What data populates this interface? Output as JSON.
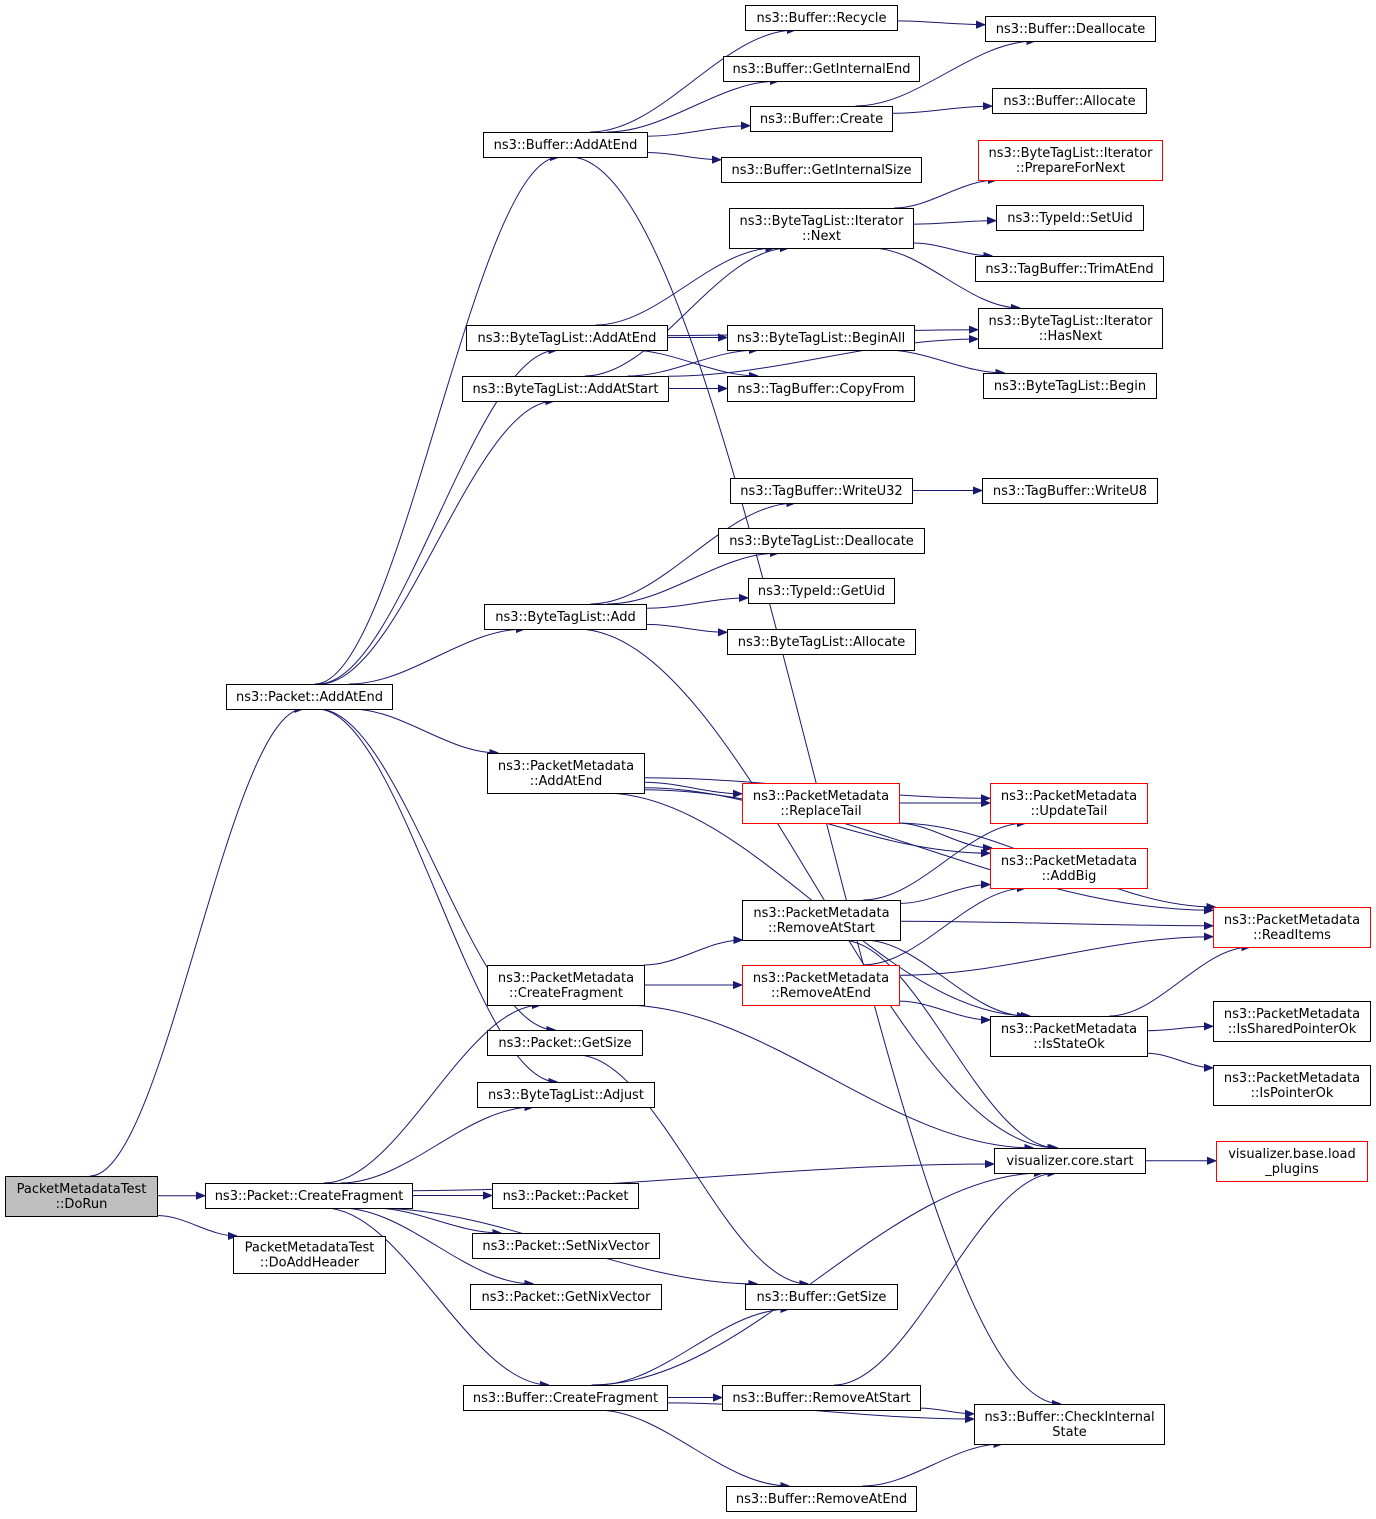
{
  "colors": {
    "edge": "#191970",
    "node_border": "#000000",
    "node_border_truncated": "#ff0000",
    "root_fill": "#bfbfbf"
  },
  "nodes": {
    "root": "PacketMetadataTest\n::DoRun",
    "addHeader": "PacketMetadataTest\n::DoAddHeader",
    "pktAddAtEnd": "ns3::Packet::AddAtEnd",
    "pktCreateFragment": "ns3::Packet::CreateFragment",
    "bufAddAtEnd": "ns3::Buffer::AddAtEnd",
    "btlAddAtEnd": "ns3::ByteTagList::AddAtEnd",
    "btlAddAtStart": "ns3::ByteTagList::AddAtStart",
    "btlAdd": "ns3::ByteTagList::Add",
    "pmAddAtEnd": "ns3::PacketMetadata\n::AddAtEnd",
    "pmCreateFragment": "ns3::PacketMetadata\n::CreateFragment",
    "pktGetSize": "ns3::Packet::GetSize",
    "btlAdjust": "ns3::ByteTagList::Adjust",
    "pktPacket": "ns3::Packet::Packet",
    "pktSetNix": "ns3::Packet::SetNixVector",
    "pktGetNix": "ns3::Packet::GetNixVector",
    "bufCreateFragment": "ns3::Buffer::CreateFragment",
    "bufRecycle": "ns3::Buffer::Recycle",
    "bufGetInternalEnd": "ns3::Buffer::GetInternalEnd",
    "bufCreate": "ns3::Buffer::Create",
    "bufGetInternalSize": "ns3::Buffer::GetInternalSize",
    "iterNext": "ns3::ByteTagList::Iterator\n::Next",
    "btlBeginAll": "ns3::ByteTagList::BeginAll",
    "tbCopyFrom": "ns3::TagBuffer::CopyFrom",
    "tbWriteU32": "ns3::TagBuffer::WriteU32",
    "btlDeallocate": "ns3::ByteTagList::Deallocate",
    "typeGetUid": "ns3::TypeId::GetUid",
    "btlAllocate": "ns3::ByteTagList::Allocate",
    "pmReplaceTail": "ns3::PacketMetadata\n::ReplaceTail",
    "pmRemoveAtStart": "ns3::PacketMetadata\n::RemoveAtStart",
    "pmRemoveAtEnd": "ns3::PacketMetadata\n::RemoveAtEnd",
    "bufGetSize": "ns3::Buffer::GetSize",
    "bufRemoveAtStart": "ns3::Buffer::RemoveAtStart",
    "bufRemoveAtEnd": "ns3::Buffer::RemoveAtEnd",
    "bufDeallocate": "ns3::Buffer::Deallocate",
    "bufAllocate": "ns3::Buffer::Allocate",
    "iterPrepare": "ns3::ByteTagList::Iterator\n::PrepareForNext",
    "typeSetUid": "ns3::TypeId::SetUid",
    "tbTrimAtEnd": "ns3::TagBuffer::TrimAtEnd",
    "iterHasNext": "ns3::ByteTagList::Iterator\n::HasNext",
    "btlBegin": "ns3::ByteTagList::Begin",
    "tbWriteU8": "ns3::TagBuffer::WriteU8",
    "pmUpdateTail": "ns3::PacketMetadata\n::UpdateTail",
    "pmAddBig": "ns3::PacketMetadata\n::AddBig",
    "pmIsStateOk": "ns3::PacketMetadata\n::IsStateOk",
    "vizStart": "visualizer.core.start",
    "bufCheckInternal": "ns3::Buffer::CheckInternal\nState",
    "pmReadItems": "ns3::PacketMetadata\n::ReadItems",
    "pmIsShared": "ns3::PacketMetadata\n::IsSharedPointerOk",
    "pmIsPointer": "ns3::PacketMetadata\n::IsPointerOk",
    "vizLoadPlugins": "visualizer.base.load\n_plugins"
  },
  "truncated_nodes": [
    "iterPrepare",
    "pmReplaceTail",
    "pmUpdateTail",
    "pmAddBig",
    "pmRemoveAtEnd",
    "pmReadItems",
    "vizLoadPlugins"
  ],
  "edges": [
    [
      "root",
      "pktAddAtEnd"
    ],
    [
      "root",
      "pktCreateFragment"
    ],
    [
      "root",
      "addHeader"
    ],
    [
      "pktAddAtEnd",
      "bufAddAtEnd"
    ],
    [
      "pktAddAtEnd",
      "btlAddAtEnd"
    ],
    [
      "pktAddAtEnd",
      "btlAddAtStart"
    ],
    [
      "pktAddAtEnd",
      "btlAdd"
    ],
    [
      "pktAddAtEnd",
      "pmAddAtEnd"
    ],
    [
      "pktAddAtEnd",
      "pktGetSize"
    ],
    [
      "pktAddAtEnd",
      "btlAdjust"
    ],
    [
      "bufAddAtEnd",
      "bufRecycle"
    ],
    [
      "bufAddAtEnd",
      "bufGetInternalEnd"
    ],
    [
      "bufAddAtEnd",
      "bufCreate"
    ],
    [
      "bufAddAtEnd",
      "bufGetInternalSize"
    ],
    [
      "bufAddAtEnd",
      "bufCheckInternal"
    ],
    [
      "bufRecycle",
      "bufDeallocate"
    ],
    [
      "bufCreate",
      "bufDeallocate"
    ],
    [
      "bufCreate",
      "bufAllocate"
    ],
    [
      "btlAddAtEnd",
      "iterNext"
    ],
    [
      "btlAddAtEnd",
      "iterHasNext"
    ],
    [
      "btlAddAtEnd",
      "btlBeginAll"
    ],
    [
      "btlAddAtEnd",
      "tbCopyFrom"
    ],
    [
      "btlAddAtStart",
      "iterNext"
    ],
    [
      "btlAddAtStart",
      "btlBeginAll"
    ],
    [
      "btlAddAtStart",
      "tbCopyFrom"
    ],
    [
      "btlAddAtStart",
      "iterHasNext"
    ],
    [
      "iterNext",
      "iterPrepare"
    ],
    [
      "iterNext",
      "typeSetUid"
    ],
    [
      "iterNext",
      "tbTrimAtEnd"
    ],
    [
      "iterNext",
      "iterHasNext"
    ],
    [
      "btlBeginAll",
      "btlBegin"
    ],
    [
      "btlAdd",
      "tbWriteU32"
    ],
    [
      "btlAdd",
      "btlDeallocate"
    ],
    [
      "btlAdd",
      "typeGetUid"
    ],
    [
      "btlAdd",
      "btlAllocate"
    ],
    [
      "btlAdd",
      "vizStart"
    ],
    [
      "tbWriteU32",
      "tbWriteU8"
    ],
    [
      "pmAddAtEnd",
      "pmReadItems"
    ],
    [
      "pmAddAtEnd",
      "pmUpdateTail"
    ],
    [
      "pmAddAtEnd",
      "pmReplaceTail"
    ],
    [
      "pmAddAtEnd",
      "pmAddBig"
    ],
    [
      "pmAddAtEnd",
      "pmIsStateOk"
    ],
    [
      "pmReplaceTail",
      "pmUpdateTail"
    ],
    [
      "pmReplaceTail",
      "pmAddBig"
    ],
    [
      "pmReplaceTail",
      "pmReadItems"
    ],
    [
      "pmRemoveAtStart",
      "pmUpdateTail"
    ],
    [
      "pmRemoveAtStart",
      "pmAddBig"
    ],
    [
      "pmRemoveAtStart",
      "pmReadItems"
    ],
    [
      "pmRemoveAtStart",
      "pmIsStateOk"
    ],
    [
      "pmRemoveAtStart",
      "vizStart"
    ],
    [
      "pmRemoveAtEnd",
      "pmAddBig"
    ],
    [
      "pmRemoveAtEnd",
      "pmReadItems"
    ],
    [
      "pmRemoveAtEnd",
      "pmIsStateOk"
    ],
    [
      "pmIsStateOk",
      "pmReadItems"
    ],
    [
      "pmIsStateOk",
      "pmIsShared"
    ],
    [
      "pmIsStateOk",
      "pmIsPointer"
    ],
    [
      "pktCreateFragment",
      "pmCreateFragment"
    ],
    [
      "pktCreateFragment",
      "btlAdjust"
    ],
    [
      "pktCreateFragment",
      "vizStart"
    ],
    [
      "pktCreateFragment",
      "pktPacket"
    ],
    [
      "pktCreateFragment",
      "pktSetNix"
    ],
    [
      "pktCreateFragment",
      "pktGetNix"
    ],
    [
      "pktCreateFragment",
      "bufGetSize"
    ],
    [
      "pktCreateFragment",
      "bufCreateFragment"
    ],
    [
      "pmCreateFragment",
      "pmRemoveAtStart"
    ],
    [
      "pmCreateFragment",
      "pmRemoveAtEnd"
    ],
    [
      "pmCreateFragment",
      "vizStart"
    ],
    [
      "pktGetSize",
      "bufGetSize"
    ],
    [
      "bufCreateFragment",
      "bufGetSize"
    ],
    [
      "bufCreateFragment",
      "vizStart"
    ],
    [
      "bufCreateFragment",
      "bufRemoveAtStart"
    ],
    [
      "bufCreateFragment",
      "bufCheckInternal"
    ],
    [
      "bufCreateFragment",
      "bufRemoveAtEnd"
    ],
    [
      "bufRemoveAtStart",
      "vizStart"
    ],
    [
      "bufRemoveAtStart",
      "bufCheckInternal"
    ],
    [
      "bufRemoveAtEnd",
      "bufCheckInternal"
    ],
    [
      "vizStart",
      "vizLoadPlugins"
    ]
  ]
}
